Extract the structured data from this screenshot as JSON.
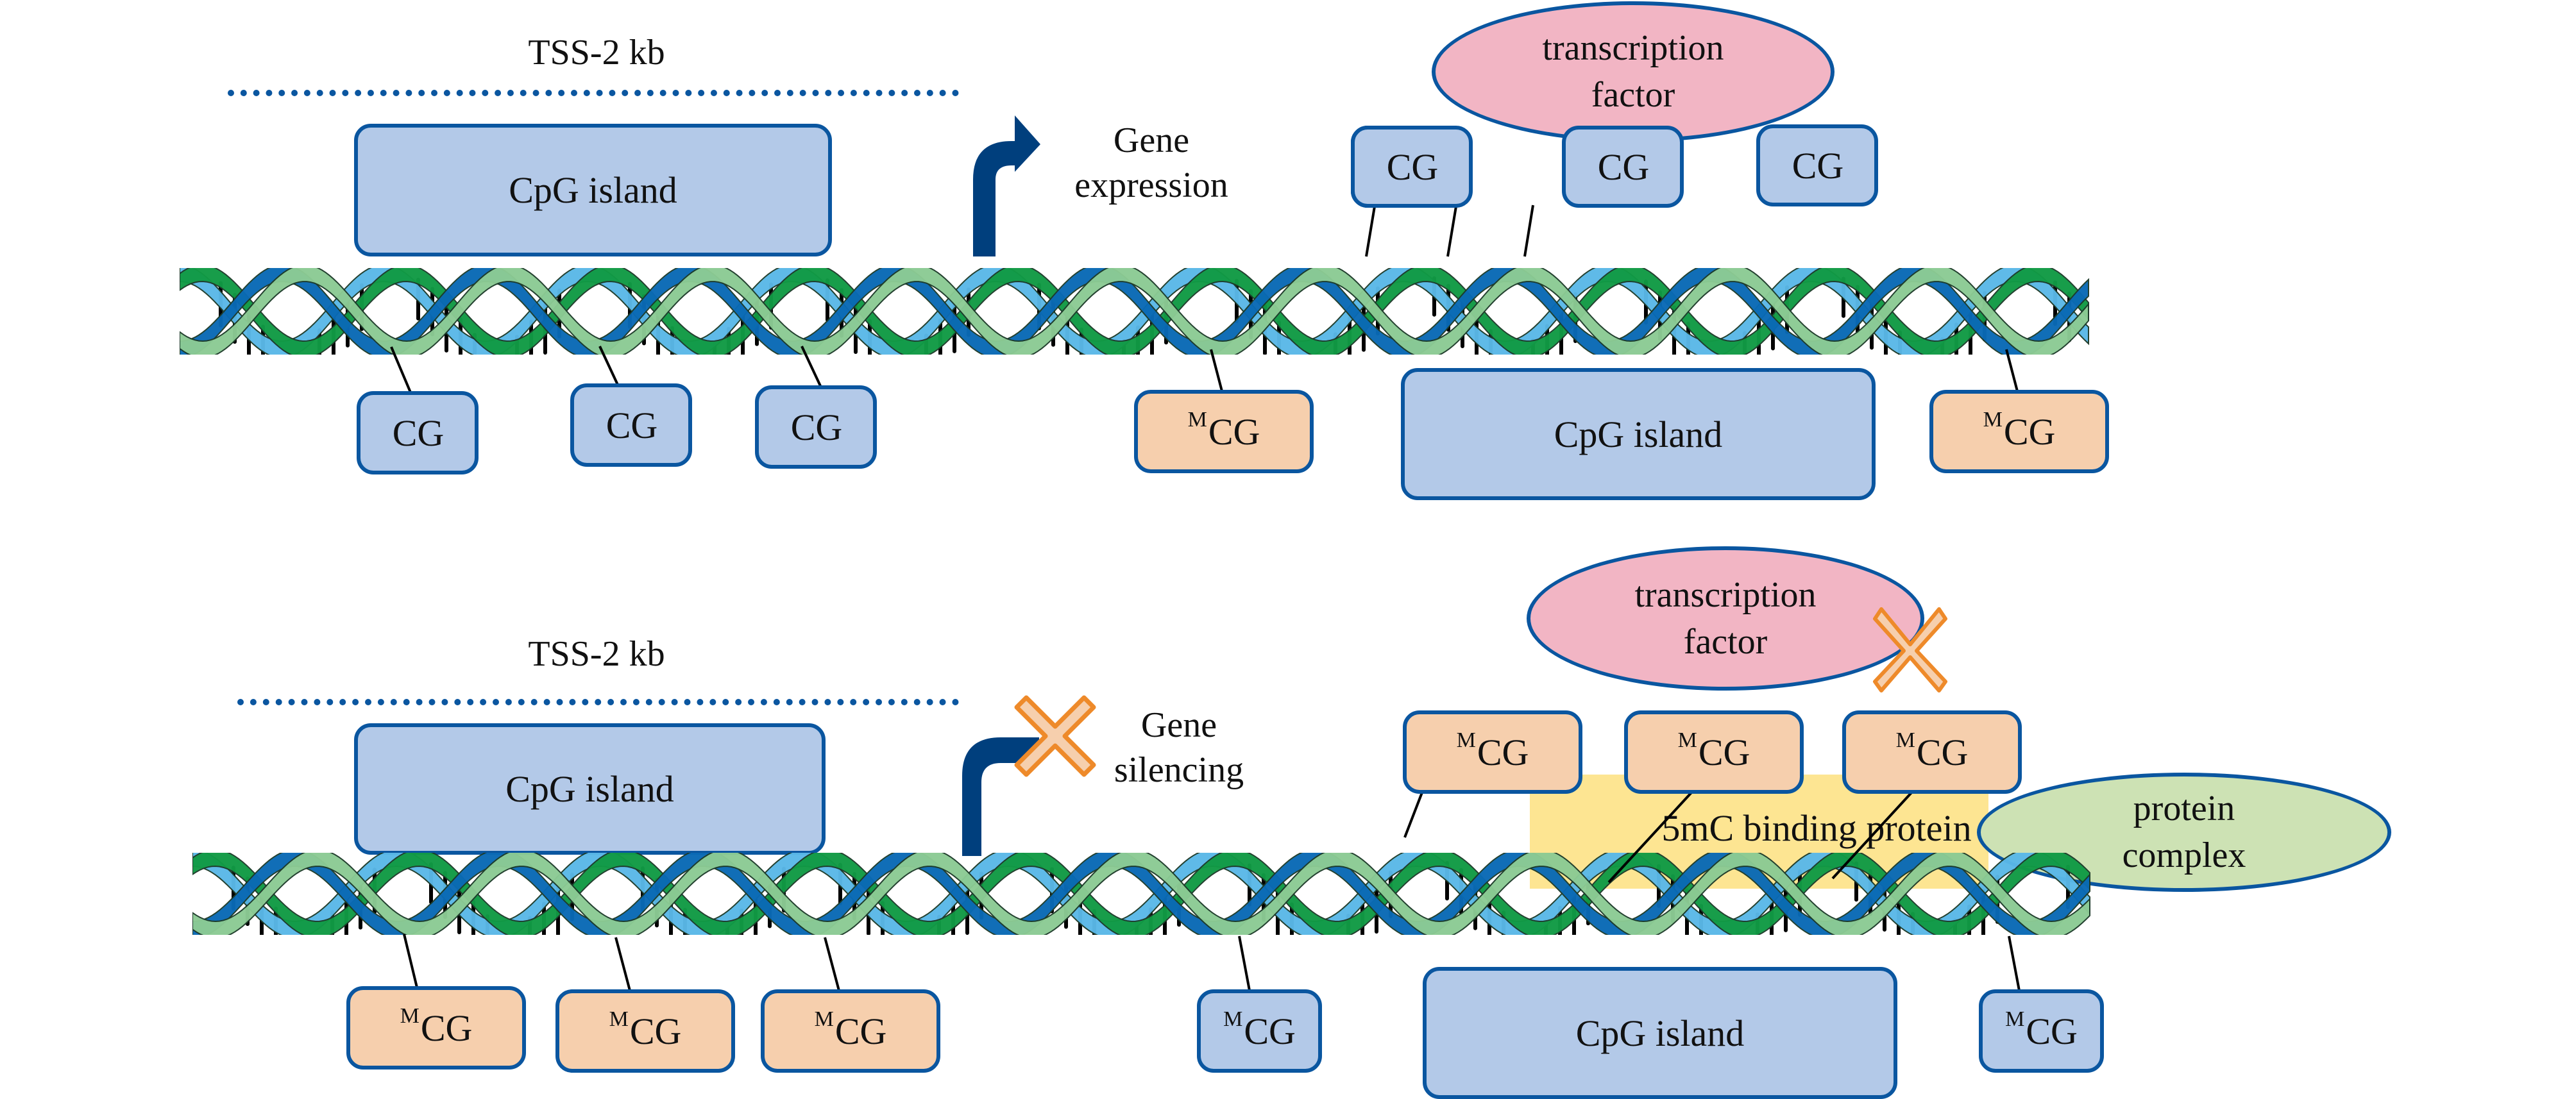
{
  "colors": {
    "unmethylated_box": "#b3c9e8",
    "methylated_box": "#f6cfad",
    "box_border": "#0a56a0",
    "transcription_factor": "#f2b5c4",
    "protein_complex": "#cde2b4",
    "binding_protein": "#fde592",
    "arrow": "#003f7d",
    "cross_fill": "#f6cfad",
    "cross_stroke": "#ee8a2a",
    "dna_strand_light_blue": "#5ab8e8",
    "dna_strand_dark_blue": "#0a6ab5",
    "dna_strand_dark_green": "#119a45",
    "dna_strand_light_green": "#8ccb94"
  },
  "top_panel": {
    "region_label": "TSS-2 kb",
    "cpg_island_upstream": "CpG island",
    "cpg_island_downstream": "CpG island",
    "arrow_label_line1": "Gene",
    "arrow_label_line2": "expression",
    "transcription_factor_line1": "transcription",
    "transcription_factor_line2": "factor",
    "sites_above": [
      {
        "prefix": "",
        "text": "CG"
      },
      {
        "prefix": "",
        "text": "CG"
      },
      {
        "prefix": "",
        "text": "CG"
      }
    ],
    "sites_below": [
      {
        "prefix": "",
        "text": "CG"
      },
      {
        "prefix": "",
        "text": "CG"
      },
      {
        "prefix": "",
        "text": "CG"
      },
      {
        "prefix": "M",
        "text": "CG"
      },
      {
        "prefix": "M",
        "text": "CG"
      }
    ]
  },
  "bottom_panel": {
    "region_label": "TSS-2 kb",
    "cpg_island_upstream": "CpG island",
    "cpg_island_downstream": "CpG island",
    "arrow_label_line1": "Gene",
    "arrow_label_line2": "silencing",
    "transcription_factor_line1": "transcription",
    "transcription_factor_line2": "factor",
    "binding_protein": "5mC binding protein",
    "protein_complex_line1": "protein",
    "protein_complex_line2": "complex",
    "sites_above": [
      {
        "prefix": "M",
        "text": "CG"
      },
      {
        "prefix": "M",
        "text": "CG"
      },
      {
        "prefix": "M",
        "text": "CG"
      }
    ],
    "sites_below": [
      {
        "prefix": "M",
        "text": "CG"
      },
      {
        "prefix": "M",
        "text": "CG"
      },
      {
        "prefix": "M",
        "text": "CG"
      },
      {
        "prefix": "M",
        "text": "CG"
      },
      {
        "prefix": "M",
        "text": "CG"
      }
    ]
  }
}
